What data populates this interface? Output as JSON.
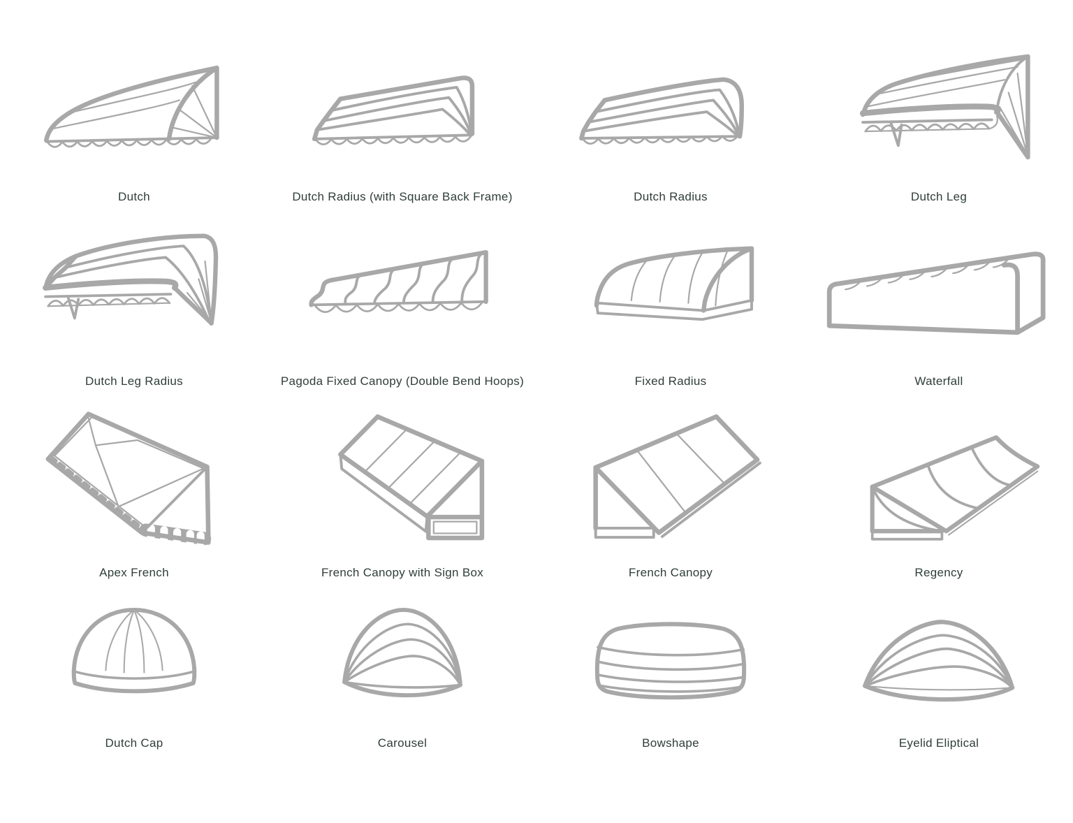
{
  "page": {
    "background": "#ffffff",
    "illustration_line_color": "#a8a8a8",
    "label_color": "#2f3e38"
  },
  "grid": {
    "columns": 4,
    "rows": 4,
    "items": [
      {
        "label": "Dutch",
        "illustration": "dutch-awning"
      },
      {
        "label": "Dutch Radius (with Square Back Frame)",
        "illustration": "dutch-radius-square-back-awning"
      },
      {
        "label": "Dutch Radius",
        "illustration": "dutch-radius-awning"
      },
      {
        "label": "Dutch Leg",
        "illustration": "dutch-leg-awning"
      },
      {
        "label": "Dutch Leg Radius",
        "illustration": "dutch-leg-radius-awning"
      },
      {
        "label": "Pagoda Fixed Canopy (Double Bend Hoops)",
        "illustration": "pagoda-fixed-canopy-awning"
      },
      {
        "label": "Fixed Radius",
        "illustration": "fixed-radius-awning"
      },
      {
        "label": "Waterfall",
        "illustration": "waterfall-awning"
      },
      {
        "label": "Apex French",
        "illustration": "apex-french-awning"
      },
      {
        "label": "French Canopy with Sign Box",
        "illustration": "french-canopy-sign-box-awning"
      },
      {
        "label": "French Canopy",
        "illustration": "french-canopy-awning"
      },
      {
        "label": "Regency",
        "illustration": "regency-awning"
      },
      {
        "label": "Dutch Cap",
        "illustration": "dutch-cap-awning"
      },
      {
        "label": "Carousel",
        "illustration": "carousel-awning"
      },
      {
        "label": "Bowshape",
        "illustration": "bowshape-awning"
      },
      {
        "label": "Eyelid Eliptical",
        "illustration": "eyelid-eliptical-awning"
      }
    ]
  }
}
